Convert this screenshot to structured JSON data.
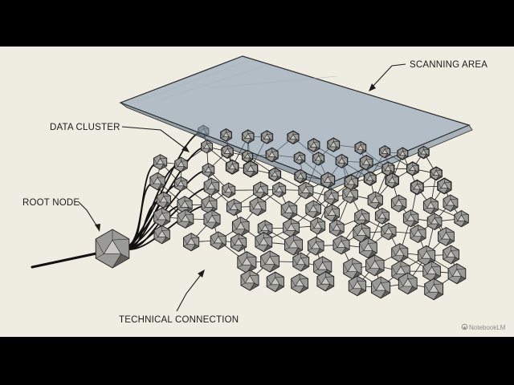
{
  "labels": {
    "scanning_area": "SCANNING AREA",
    "data_cluster": "DATA CLUSTER",
    "root_node": "ROOT NODE",
    "technical_connection": "TECHNICAL CONNECTION"
  },
  "watermark": {
    "text": "NotebookLM",
    "icon": "notebooklm-logo-icon"
  },
  "colors": {
    "paper": "#efece2",
    "letterbox": "#000000",
    "ink": "#1b1b1b",
    "node_fill": "#9a9a96",
    "node_dark": "#5e5e5a",
    "node_light": "#c9c8c2",
    "scan_plane": "#7f97ad"
  },
  "icons": {
    "node": "icosahedron-node-icon",
    "arrow": "arrow-pointer-icon"
  }
}
